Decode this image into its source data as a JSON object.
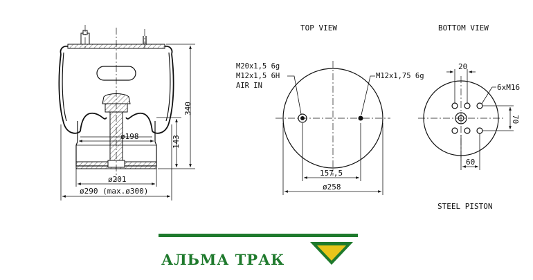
{
  "views": {
    "top_view_title": "TOP VIEW",
    "bottom_view_title": "BOTTOM VIEW",
    "steel_piston_label": "STEEL PISTON"
  },
  "side_view": {
    "height_total": "340",
    "height_piston": "143",
    "dia_piston_upper": "ø198",
    "dia_piston_lower": "ø201",
    "dia_bellow": "ø290 (max.ø300)"
  },
  "top_view": {
    "thread_air_1": "M20x1,5  6g",
    "thread_air_2": "M12x1,5  6H",
    "air_in": "AIR IN",
    "thread_right": "M12x1,75 6g",
    "dim_bolts": "157,5",
    "dim_plate": "ø258"
  },
  "bottom_view": {
    "dim_top": "20",
    "thread": "6xM16",
    "dim_side": "70",
    "dim_bottom": "60"
  },
  "logo": {
    "text": "АЛЬМА ТРАК",
    "accent_green": "#1f7a2d",
    "accent_yellow": "#e8c51a"
  }
}
